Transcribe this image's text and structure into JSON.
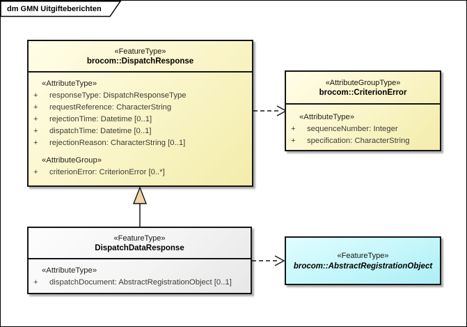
{
  "frame": {
    "title": "dm GMN Uitgifteberichten"
  },
  "symbols": {
    "visibility": "+"
  },
  "boxes": {
    "dispatch_response": {
      "stereotype": "«FeatureType»",
      "name": "brocom::DispatchResponse",
      "attr_section_label": "«AttributeType»",
      "attrs": [
        "responseType: DispatchResponseType",
        "requestReference: CharacterString",
        "rejectionTime: Datetime [0..1]",
        "dispatchTime: Datetime [0..1]",
        "rejectionReason: CharacterString [0..1]"
      ],
      "group_section_label": "«AttributeGroup»",
      "group_attrs": [
        "criterionError: CriterionError [0..*]"
      ]
    },
    "criterion_error": {
      "stereotype": "«AttributeGroupType»",
      "name": "brocom::CriterionError",
      "attr_section_label": "«AttributeType»",
      "attrs": [
        "sequenceNumber: Integer",
        "specification: CharacterString"
      ]
    },
    "dispatch_data_response": {
      "stereotype": "«FeatureType»",
      "name": "DispatchDataResponse",
      "attr_section_label": "«AttributeType»",
      "attrs": [
        "dispatchDocument: AbstractRegistrationObject [0..1]"
      ]
    },
    "abstract_registration_object": {
      "stereotype": "«FeatureType»",
      "name": "brocom::AbstractRegistrationObject"
    }
  },
  "relations": [
    {
      "type": "generalization",
      "from": "DispatchDataResponse",
      "to": "brocom::DispatchResponse"
    },
    {
      "type": "dependency",
      "from": "brocom::DispatchResponse",
      "to": "brocom::CriterionError"
    },
    {
      "type": "dependency",
      "from": "DispatchDataResponse",
      "to": "brocom::AbstractRegistrationObject"
    }
  ],
  "colors": {
    "class_yellow": "#f3ecab",
    "class_gray": "#e7e7e7",
    "class_cyan": "#adeef6",
    "generalization_arrow_fill": "#f1d5a5",
    "box_border": "#141414"
  }
}
